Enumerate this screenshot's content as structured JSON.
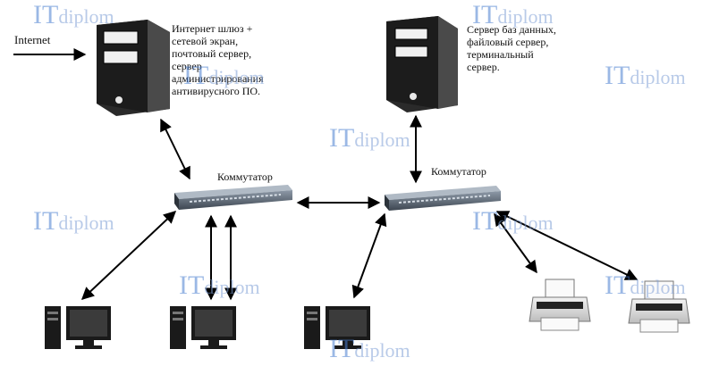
{
  "labels": {
    "internet": "Internet",
    "gateway_server": "Интернет шлюз +\nсетевой экран,\nпочтовый сервер,\nсервер\nадминистрирования\nантивирусного ПО.",
    "db_server": "Сервер баз данных,\nфайловый сервер,\nтерминальный\nсервер.",
    "switch_left": "Коммутатор",
    "switch_right": "Коммутатор"
  },
  "watermark": {
    "prefix": "IT",
    "suffix": "diplom"
  },
  "colors": {
    "watermark": "#4a7fd0",
    "device": "#1a1a1a",
    "arrow": "#000000"
  }
}
